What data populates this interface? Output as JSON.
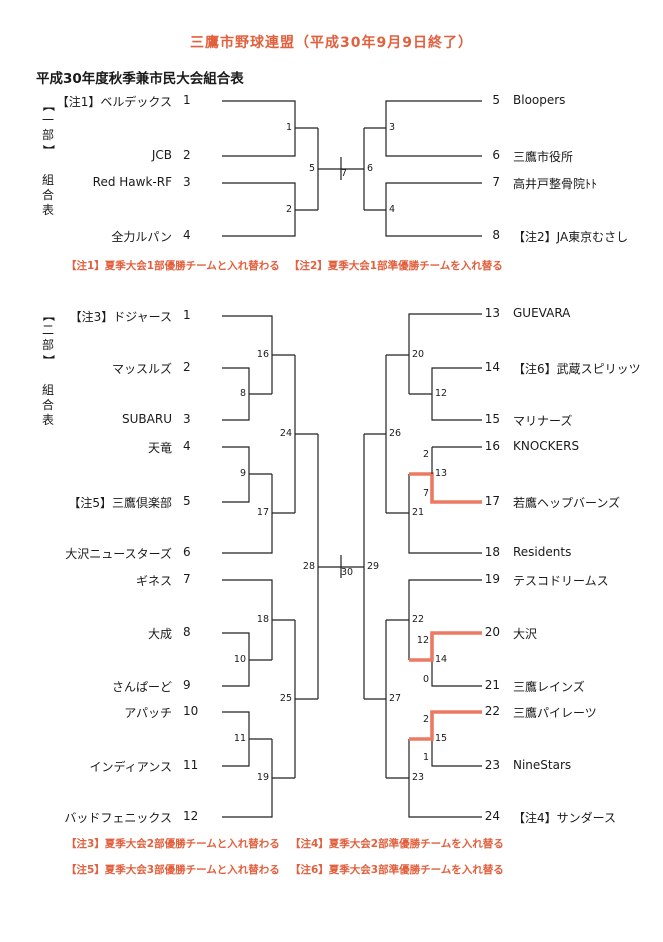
{
  "title": "三鷹市野球連盟（平成30年9月9日終了）",
  "subtitle": "平成30年度秋季兼市民大会組合表",
  "colors": {
    "note": "#e2603e",
    "highlight": "#ec7a63",
    "line": "#222222"
  },
  "div1": {
    "label": "【一部】 組合表",
    "teams": [
      {
        "seed": "1",
        "name": "【注1】ベルデックス"
      },
      {
        "seed": "2",
        "name": "JCB"
      },
      {
        "seed": "3",
        "name": "Red Hawk-RF"
      },
      {
        "seed": "4",
        "name": "全力ルパン"
      },
      {
        "seed": "5",
        "name": "Bloopers"
      },
      {
        "seed": "6",
        "name": "三鷹市役所"
      },
      {
        "seed": "7",
        "name": "高井戸整骨院ﾄﾄ"
      },
      {
        "seed": "8",
        "name": "【注2】JA東京むさし"
      }
    ],
    "matches": [
      "1",
      "2",
      "3",
      "4",
      "5",
      "6",
      "7"
    ],
    "notes": [
      "【注1】夏季大会1部優勝チームと入れ替わる",
      "【注2】夏季大会1部準優勝チームを入れ替る"
    ]
  },
  "div2": {
    "label": "【二部】 組合表",
    "teams": [
      {
        "seed": "1",
        "name": "【注3】ドジャース"
      },
      {
        "seed": "2",
        "name": "マッスルズ"
      },
      {
        "seed": "3",
        "name": "SUBARU"
      },
      {
        "seed": "4",
        "name": "天竜"
      },
      {
        "seed": "5",
        "name": "【注5】三鷹倶楽部"
      },
      {
        "seed": "6",
        "name": "大沢ニュースターズ"
      },
      {
        "seed": "7",
        "name": "ギネス"
      },
      {
        "seed": "8",
        "name": "大成"
      },
      {
        "seed": "9",
        "name": "さんぱーど"
      },
      {
        "seed": "10",
        "name": "アパッチ"
      },
      {
        "seed": "11",
        "name": "インディアンス"
      },
      {
        "seed": "12",
        "name": "バッドフェニックス"
      },
      {
        "seed": "13",
        "name": "GUEVARA"
      },
      {
        "seed": "14",
        "name": "【注6】武蔵スピリッツ"
      },
      {
        "seed": "15",
        "name": "マリナーズ"
      },
      {
        "seed": "16",
        "name": "KNOCKERS"
      },
      {
        "seed": "17",
        "name": "若鷹ヘップバーンズ"
      },
      {
        "seed": "18",
        "name": "Residents"
      },
      {
        "seed": "19",
        "name": "テスコドリームス"
      },
      {
        "seed": "20",
        "name": "大沢"
      },
      {
        "seed": "21",
        "name": "三鷹レインズ"
      },
      {
        "seed": "22",
        "name": "三鷹パイレーツ"
      },
      {
        "seed": "23",
        "name": "NineStars"
      },
      {
        "seed": "24",
        "name": "【注4】サンダース"
      }
    ],
    "matches": [
      "8",
      "9",
      "10",
      "11",
      "12",
      "13",
      "14",
      "15",
      "16",
      "17",
      "18",
      "19",
      "20",
      "21",
      "22",
      "23",
      "24",
      "25",
      "26",
      "27",
      "28",
      "29",
      "30"
    ],
    "scores": [
      "2",
      "7",
      "12",
      "0",
      "2",
      "1"
    ],
    "notes": [
      "【注3】夏季大会2部優勝チームと入れ替わる",
      "【注4】夏季大会2部準優勝チームを入れ替る",
      "【注5】夏季大会3部優勝チームと入れ替わる",
      "【注6】夏季大会3部準優勝チームを入れ替る"
    ]
  }
}
